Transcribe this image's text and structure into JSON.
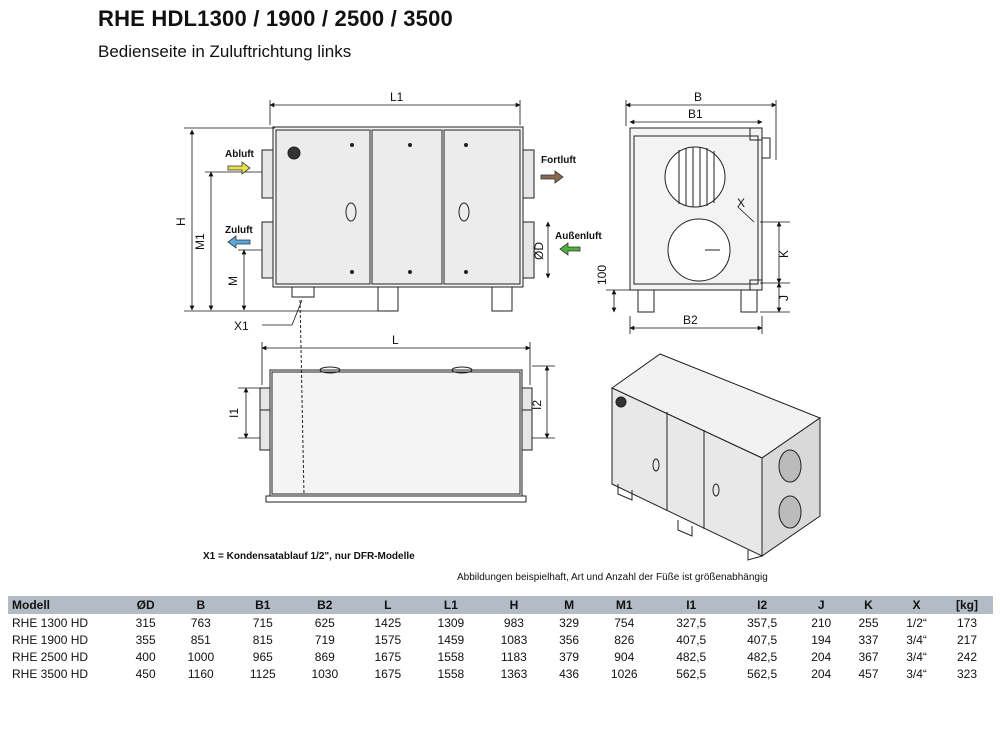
{
  "title": "RHE HDL1300 / 1900 / 2500 / 3500",
  "subtitle": "Bedienseite in Zuluftrichtung links",
  "drawing_labels": {
    "L1": "L1",
    "H": "H",
    "M1": "M1",
    "M": "M",
    "X1": "X1",
    "abluft": "Abluft",
    "zuluft": "Zuluft",
    "fortluft": "Fortluft",
    "aussenluft": "Außenluft",
    "OD": "ØD",
    "B": "B",
    "B1": "B1",
    "B2": "B2",
    "X": "X",
    "K": "K",
    "J": "J",
    "hundred": "100",
    "L": "L",
    "I1": "I1",
    "I2": "I2"
  },
  "notes": {
    "x1": "X1 = Kondensatablauf 1/2\", nur DFR-Modelle",
    "illustration": "Abbildungen beispielhaft, Art und Anzahl der Füße ist größenabhängig"
  },
  "table": {
    "headers": [
      "Modell",
      "ØD",
      "B",
      "B1",
      "B2",
      "L",
      "L1",
      "H",
      "M",
      "M1",
      "I1",
      "I2",
      "J",
      "K",
      "X",
      "[kg]"
    ],
    "rows": [
      [
        "RHE 1300 HD",
        "315",
        "763",
        "715",
        "625",
        "1425",
        "1309",
        "983",
        "329",
        "754",
        "327,5",
        "357,5",
        "210",
        "255",
        "1/2“",
        "173"
      ],
      [
        "RHE 1900 HD",
        "355",
        "851",
        "815",
        "719",
        "1575",
        "1459",
        "1083",
        "356",
        "826",
        "407,5",
        "407,5",
        "194",
        "337",
        "3/4“",
        "217"
      ],
      [
        "RHE 2500 HD",
        "400",
        "1000",
        "965",
        "869",
        "1675",
        "1558",
        "1183",
        "379",
        "904",
        "482,5",
        "482,5",
        "204",
        "367",
        "3/4“",
        "242"
      ],
      [
        "RHE 3500 HD",
        "450",
        "1160",
        "1125",
        "1030",
        "1675",
        "1558",
        "1363",
        "436",
        "1026",
        "562,5",
        "562,5",
        "204",
        "457",
        "3/4“",
        "323"
      ]
    ]
  },
  "colors": {
    "abluft_arrow": "#e8e04a",
    "zuluft_arrow": "#5aa7dc",
    "fortluft_arrow": "#8a6a4f",
    "aussenluft_arrow": "#52b03e",
    "header_bg": "#b3bcc4"
  }
}
